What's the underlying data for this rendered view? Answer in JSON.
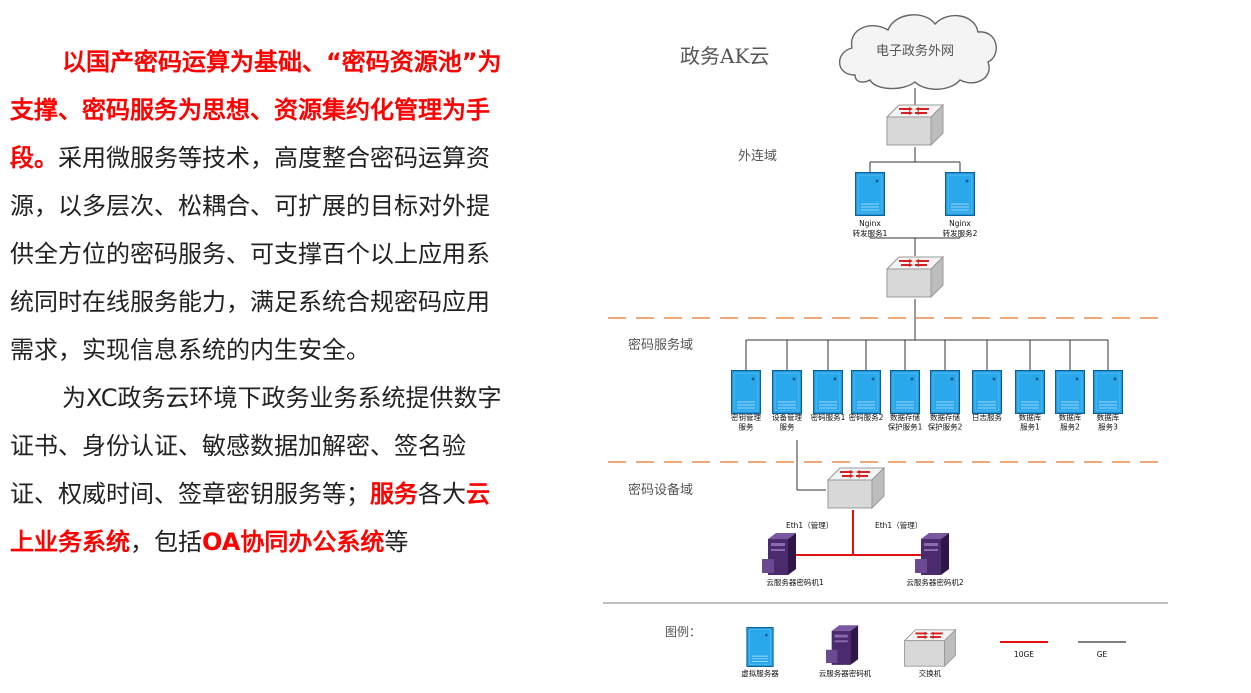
{
  "paragraph1": {
    "s1": "以国产密码运算为基础、“密码资源池”为支撑、密码服务为思想、资源集约化管理为手段。",
    "s2": "采用微服务等技术，高度整合密码运算资源，以多层次、松耦合、可扩展的目标对外提供全方位的密码服务、可支撑百个以上应用系统同时在线服务能力，满足系统合规密码应用需求，实现信息系统的内生安全。"
  },
  "paragraph2": {
    "p1": "为XC政务云环境下政务业务系统提供数字证书、身份认证、敏感数据加解密、签名验证、权威时间、签章密钥服务等；",
    "p2": "服务",
    "p3": "各大",
    "p4": "云上业务系统",
    "p5": "，包括",
    "p6": "OA协同办公系统",
    "p7": "等"
  },
  "diagram": {
    "title": "政务AK云",
    "cloud_label": "电子政务外网",
    "zones": [
      "外连域",
      "密码服务域",
      "密码设备域"
    ],
    "nginx_servers": [
      "Nginx\n转发服务1",
      "Nginx\n转发服务2"
    ],
    "service_servers": [
      "密钥管理\n服务",
      "设备管理\n服务",
      "密码服务1",
      "密码服务2",
      "数据存储\n保护服务1",
      "数据存储\n保护服务2",
      "日志服务",
      "数据库\n服务1",
      "数据库\n服务2",
      "数据库\n服务3"
    ],
    "eth_labels": [
      "Eth1（管理）",
      "Eth1（管理）"
    ],
    "machines": [
      "云服务器密码机1",
      "云服务器密码机2"
    ],
    "legend": {
      "title": "图例：",
      "items": [
        "虚拟服务器",
        "云服务器密码机",
        "交换机",
        "10GE",
        "GE"
      ]
    },
    "colors": {
      "server": "#1e9be0",
      "machine": "#4b2a6e",
      "red_line": "#e01010",
      "dash": "#f0a878"
    }
  }
}
